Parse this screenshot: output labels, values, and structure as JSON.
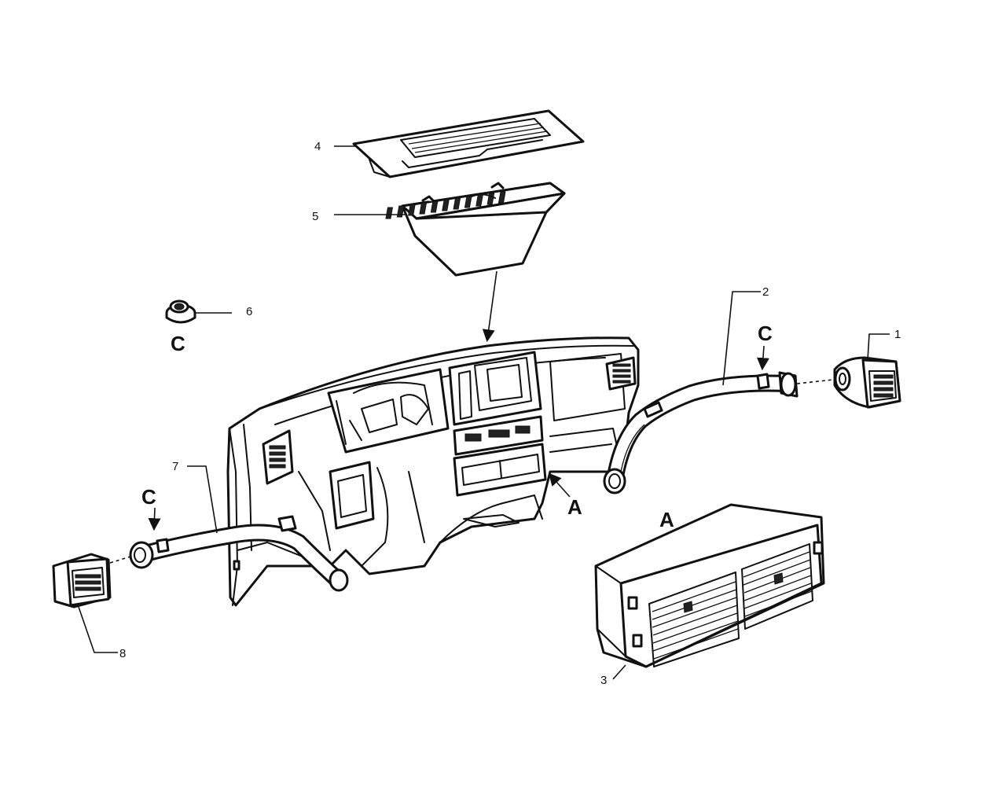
{
  "diagram": {
    "callouts": {
      "c1": "1",
      "c2": "2",
      "c3": "3",
      "c4": "4",
      "c5": "5",
      "c6": "6",
      "c7": "7",
      "c8": "8"
    },
    "view_letters": {
      "c_small_vent": "C",
      "c_right_duct": "C",
      "c_left_duct": "C",
      "a_dash": "A",
      "a_detail": "A"
    }
  }
}
